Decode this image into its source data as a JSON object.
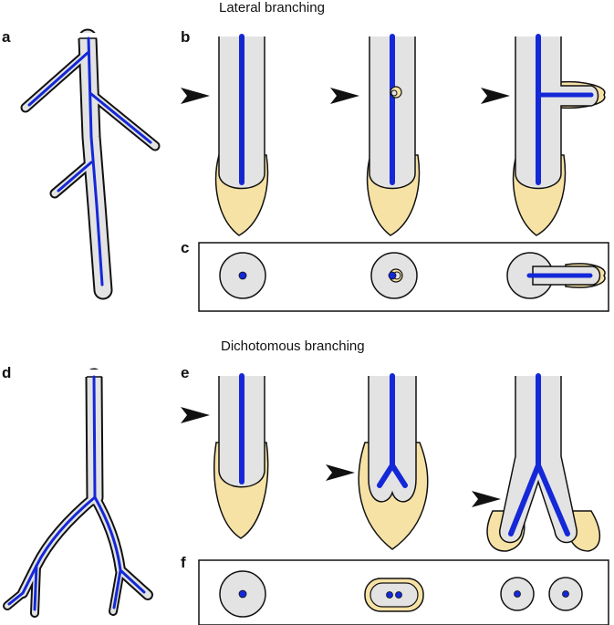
{
  "titles": {
    "lateral": "Lateral branching",
    "dichotomous": "Dichotomous branching"
  },
  "panels": {
    "a": "a",
    "b": "b",
    "c": "c",
    "d": "d",
    "e": "e",
    "f": "f"
  },
  "colors": {
    "root_fill": "#e3e3e3",
    "cap_fill": "#f7e2a6",
    "vascular": "#1428d8",
    "outline": "#111111"
  }
}
